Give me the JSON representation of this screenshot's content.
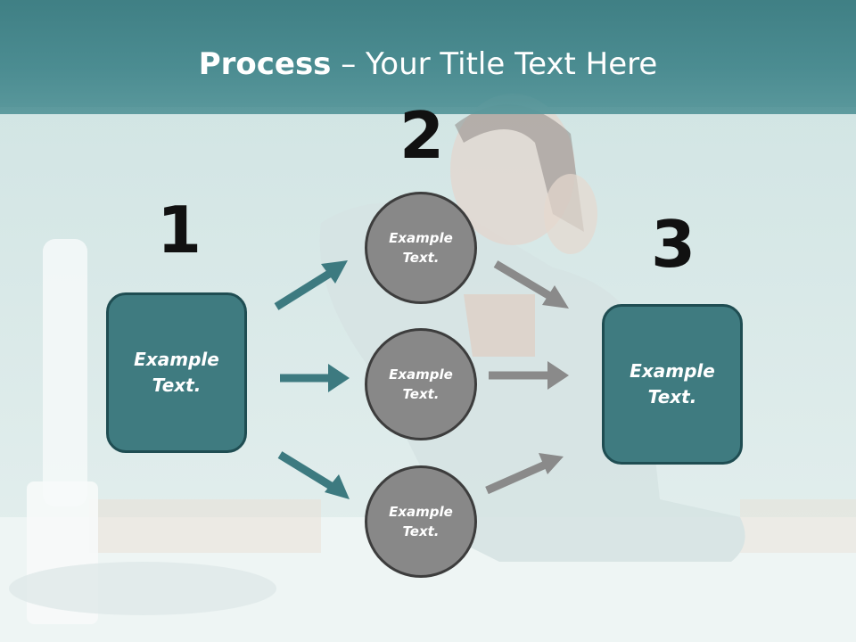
{
  "title": {
    "bold": "Process",
    "rest": " – Your Title Text Here"
  },
  "steps": {
    "one": "1",
    "two": "2",
    "three": "3"
  },
  "left_box": {
    "text": "Example\nText."
  },
  "circles": [
    {
      "text": "Example\nText."
    },
    {
      "text": "Example\nText."
    },
    {
      "text": "Example\nText."
    }
  ],
  "right_box": {
    "text": "Example\nText."
  },
  "colors": {
    "teal": "#3f7b80",
    "teal_arrow": "#3d7a80",
    "gray_circle": "#888888",
    "gray_arrow": "#8a8a8a"
  }
}
